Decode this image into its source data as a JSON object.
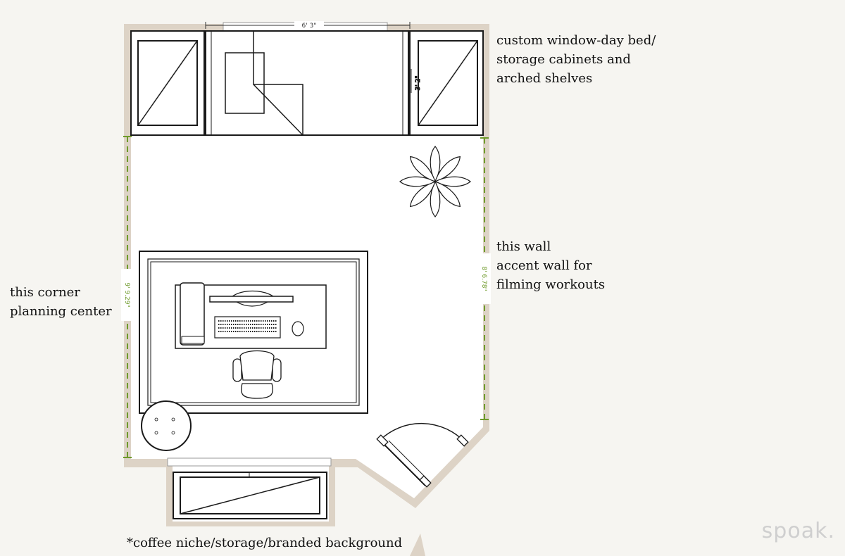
{
  "notes": {
    "window_daybed": [
      "custom window-day bed/",
      "storage cabinets and",
      "arched shelves"
    ],
    "accent_wall": [
      "this wall",
      "accent wall for",
      "filming workouts"
    ],
    "planning_corner": [
      "this corner",
      "planning center"
    ],
    "coffee_niche": "*coffee niche/storage/branded background"
  },
  "dimensions": {
    "top_window": "6' 3\"",
    "daybed_depth": "3' 2\"",
    "left_wall": "9' 9.29\"",
    "right_wall": "8' 6.78\""
  },
  "brand": {
    "watermark": "spoak."
  },
  "colors": {
    "wall": "#ddd3c6",
    "dimension": "#6e9a2a",
    "line": "#1a1a1a",
    "background": "#f6f5f1"
  }
}
